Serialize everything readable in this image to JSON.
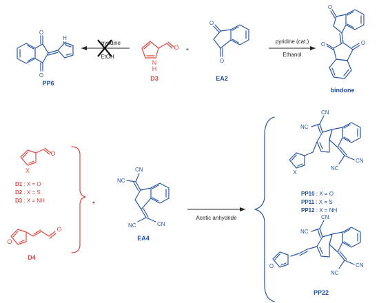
{
  "top_reaction": {
    "left_arrow": {
      "top": "pyridine",
      "bottom": "EtOH"
    },
    "plus": "+",
    "right_arrow": {
      "top": "pyridine (cat.)",
      "bottom": "Ethanol"
    }
  },
  "labels": {
    "pp6": "PP6",
    "d3": "D3",
    "ea2": "EA2",
    "bindone": "bindone",
    "d4": "D4",
    "ea4": "EA4",
    "pp22": "PP22"
  },
  "atoms": {
    "O": "O",
    "H": "H",
    "N": "N",
    "NH": "NH",
    "X": "X",
    "CN": "CN",
    "NC": "NC"
  },
  "donor_list": [
    {
      "name": "D1",
      "rest": " : X = O"
    },
    {
      "name": "D2",
      "rest": " : X = S"
    },
    {
      "name": "D3",
      "rest": " : X = NH"
    }
  ],
  "product_list": [
    {
      "name": "PP10",
      "rest": " : X = O"
    },
    {
      "name": "PP11",
      "rest": " : X = S"
    },
    {
      "name": "PP12",
      "rest": " : X = NH"
    }
  ],
  "bottom_reaction": {
    "plus": "+",
    "arrow_label": "Acetic anhydride"
  }
}
